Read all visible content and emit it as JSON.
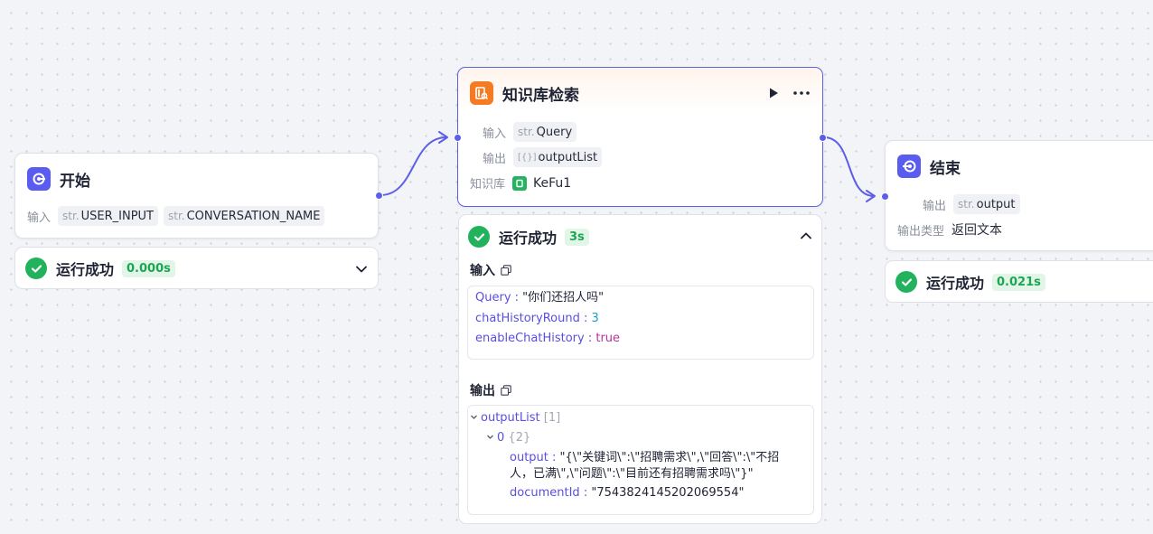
{
  "start_node": {
    "title": "开始",
    "input_label": "输入",
    "inputs": [
      {
        "type": "str.",
        "name": "USER_INPUT"
      },
      {
        "type": "str.",
        "name": "CONVERSATION_NAME"
      }
    ],
    "status": {
      "text": "运行成功",
      "time": "0.000s"
    }
  },
  "kb_node": {
    "title": "知识库检索",
    "input_label": "输入",
    "input": {
      "type": "str.",
      "name": "Query"
    },
    "output_label": "输出",
    "output": {
      "type": "[{}]",
      "name": "outputList"
    },
    "kb_label": "知识库",
    "kb_name": "KeFu1",
    "status": {
      "text": "运行成功",
      "time": "3s"
    },
    "detail": {
      "input_title": "输入",
      "input_lines": [
        {
          "key": "Query",
          "sep": " : ",
          "value": "\"你们还招人吗\""
        },
        {
          "key": "chatHistoryRound",
          "sep": " : ",
          "value": "3"
        },
        {
          "key": "enableChatHistory",
          "sep": " : ",
          "value": "true"
        }
      ],
      "output_title": "输出",
      "output_root_key": "outputList",
      "output_root_count": "[1]",
      "output_item_key": "0",
      "output_item_count": "{2}",
      "output_key": "output",
      "output_sep": " : ",
      "output_value_line1": "\"{\\\"关键词\\\":\\\"招聘需求\\\",\\\"回答\\\":\\\"不招",
      "output_value_line2": "人，已满\\\",\\\"问题\\\":\\\"目前还有招聘需求吗\\\"}\"",
      "doc_key": "documentId",
      "doc_sep": " : ",
      "doc_value": "\"7543824145202069554\""
    }
  },
  "end_node": {
    "title": "结束",
    "output_label": "输出",
    "output": {
      "type": "str.",
      "name": "output"
    },
    "output_type_label": "输出类型",
    "output_type_value": "返回文本",
    "status": {
      "text": "运行成功",
      "time": "0.021s"
    }
  },
  "colors": {
    "accent": "#5b5ee8",
    "success": "#22b25d",
    "kb_icon": "#f57a22",
    "start_icon": "#5a5cf0"
  }
}
